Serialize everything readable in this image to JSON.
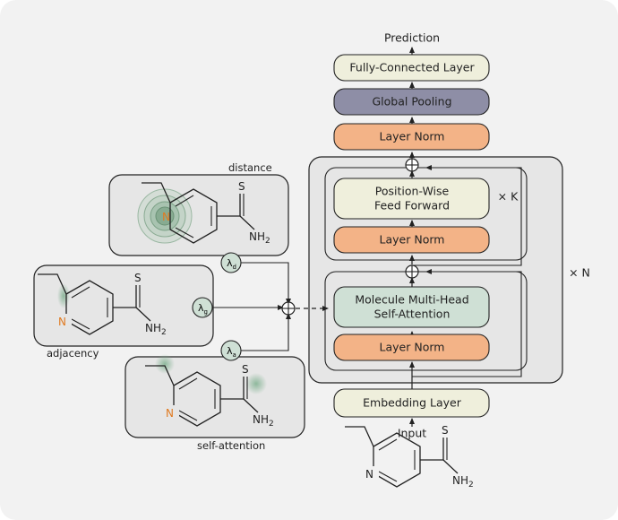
{
  "colors": {
    "beige": "#efefdc",
    "purple": "#8e8ea6",
    "orange": "#f3b387",
    "green": "#cfe0d5",
    "panel": "#e6e6e6",
    "nitrogen": "#e07a20"
  },
  "right_stack": {
    "prediction": "Prediction",
    "fc_layer": "Fully-Connected Layer",
    "global_pooling": "Global Pooling",
    "layer_norm_top": "Layer Norm",
    "ffn_line1": "Position-Wise",
    "ffn_line2": "Feed Forward",
    "times_k": "× K",
    "layer_norm_ffn": "Layer Norm",
    "mha_line1": "Molecule Multi-Head",
    "mha_line2": "Self-Attention",
    "layer_norm_attn": "Layer Norm",
    "times_n": "× N",
    "embedding": "Embedding Layer",
    "input": "Input"
  },
  "left_panels": {
    "distance": "distance",
    "adjacency": "adjacency",
    "self_attention": "self-attention",
    "lambda_d": "λ",
    "lambda_d_sub": "d",
    "lambda_g": "λ",
    "lambda_g_sub": "g",
    "lambda_a": "λ",
    "lambda_a_sub": "a"
  },
  "molecule": {
    "n": "N",
    "s": "S",
    "nh2": "NH",
    "nh2_sub": "2"
  }
}
